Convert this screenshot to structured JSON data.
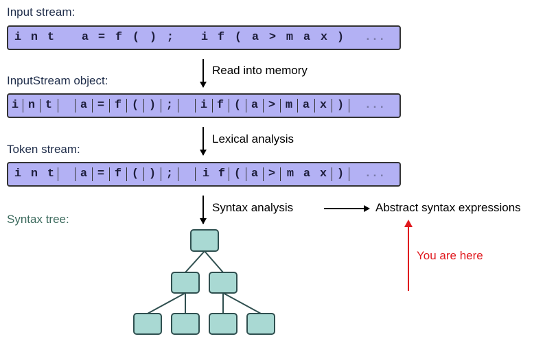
{
  "labels": {
    "input_stream": "Input stream:",
    "inputstream_object": "InputStream object:",
    "token_stream": "Token stream:",
    "syntax_tree": "Syntax tree:"
  },
  "steps": {
    "read": "Read into memory",
    "lexical": "Lexical analysis",
    "syntax": "Syntax analysis"
  },
  "target": "Abstract syntax expressions",
  "you_are_here": "You are here",
  "streams": {
    "input": {
      "tokens": [
        "i",
        "n",
        "t",
        "a",
        "=",
        "f",
        "(",
        ")",
        ";",
        "i",
        "f",
        "(",
        "a",
        ">",
        "m",
        "a",
        "x",
        ")",
        "..."
      ],
      "separators": false
    },
    "object": {
      "tokens": [
        "i",
        "n",
        "t",
        "a",
        "=",
        "f",
        "(",
        ")",
        ";",
        "i",
        "f",
        "(",
        "a",
        ">",
        "m",
        "a",
        "x",
        ")",
        "..."
      ],
      "separators": true
    },
    "token": {
      "tokens": [
        "i",
        "n",
        "t",
        "a",
        "=",
        "f",
        "(",
        ")",
        ";",
        "i",
        "f",
        "(",
        "a",
        ">",
        "m",
        "a",
        "x",
        ")",
        "..."
      ],
      "separators": true
    }
  },
  "colors": {
    "bar_fill": "#b3b1f4",
    "tree_node_fill": "#a9d9d3",
    "tree_edge": "#2f4f4f",
    "highlight": "#e0191e"
  }
}
